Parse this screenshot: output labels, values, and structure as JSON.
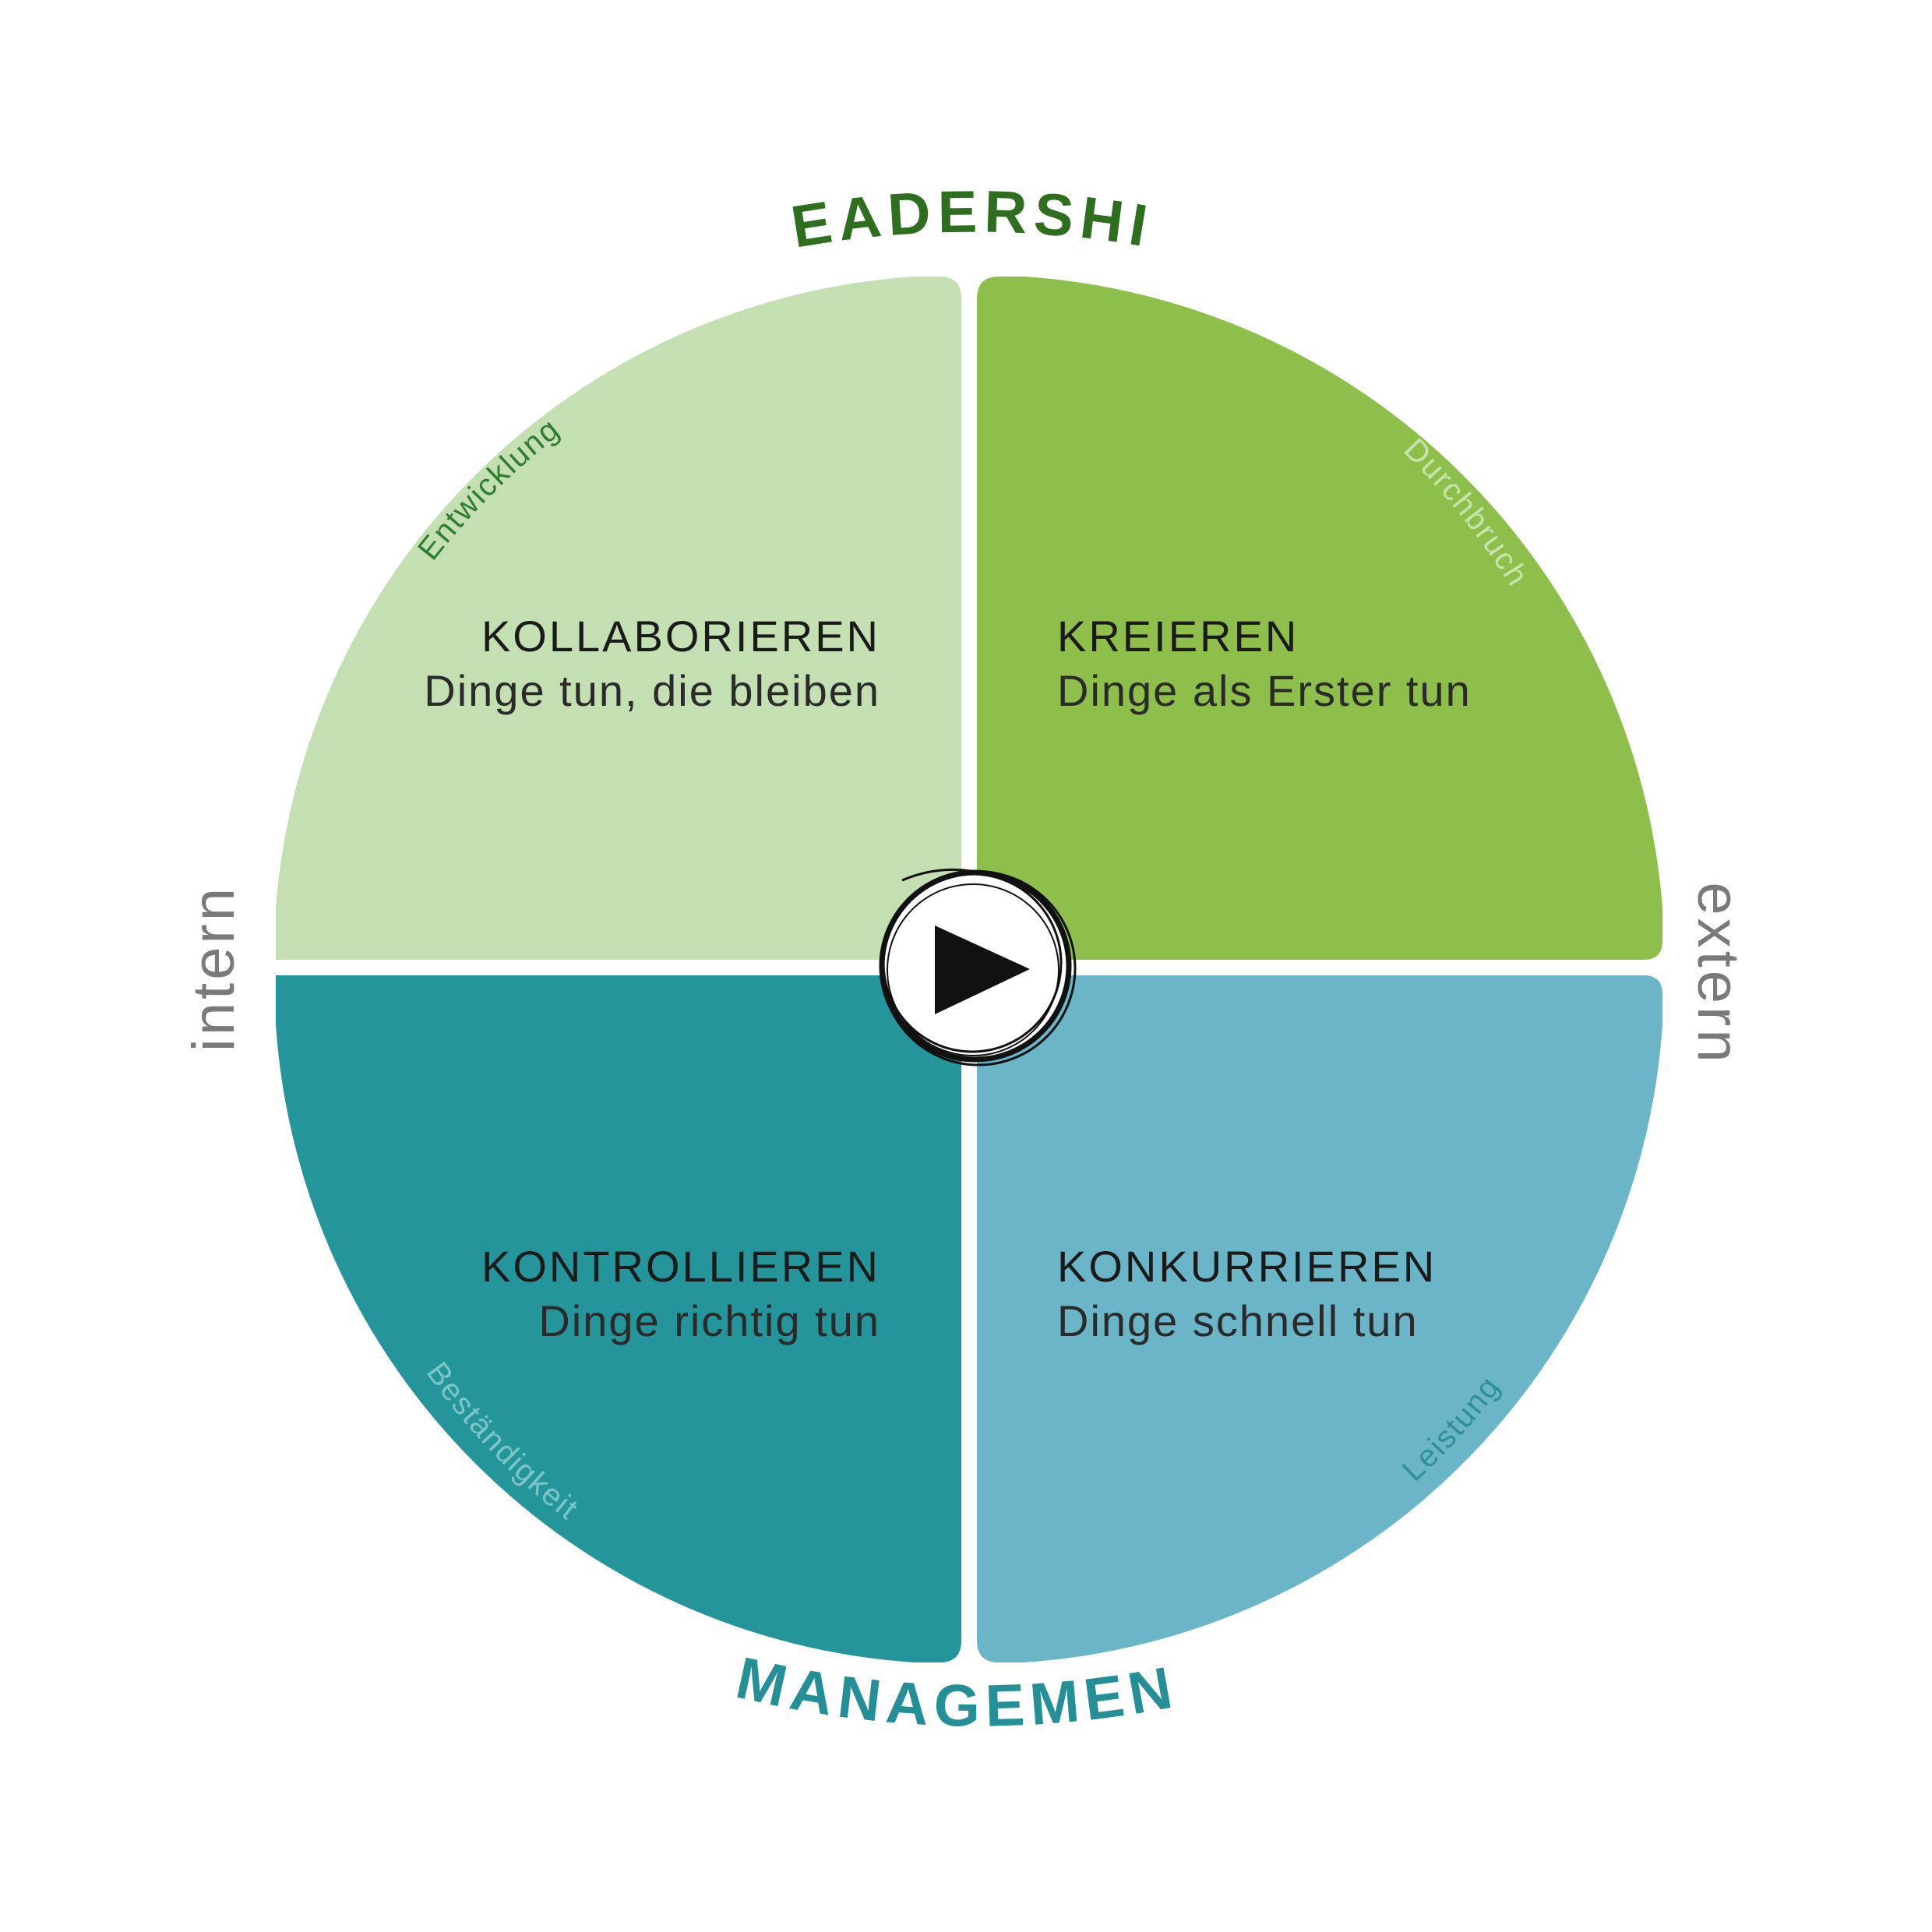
{
  "header": {
    "title": "LEADERSHIP"
  },
  "footer": {
    "title": "MANAGEMENT"
  },
  "axes": {
    "left": "intern",
    "right": "extern"
  },
  "quadrants": [
    {
      "id": "top-left",
      "title": "KOLLABORIEREN",
      "subtitle": "Dinge tun, die bleiben",
      "arc_label": "Entwicklung",
      "color": "#c4dfb1",
      "arc_color": "#2e7d32"
    },
    {
      "id": "top-right",
      "title": "KREIEREN",
      "subtitle": "Dinge als Erster tun",
      "arc_label": "Durchbruch",
      "color": "#8ebf4b",
      "arc_color": "#c9e3ad"
    },
    {
      "id": "bottom-left",
      "title": "KONTROLLIEREN",
      "subtitle": "Dinge richtig tun",
      "arc_label": "Beständigkeit",
      "color": "#24959b",
      "arc_color": "#7cc5c7"
    },
    {
      "id": "bottom-right",
      "title": "KONKURRIEREN",
      "subtitle": "Dinge schnell tun",
      "arc_label": "Leistung",
      "color": "#6bb5c8",
      "arc_color": "#2f8f9a"
    }
  ],
  "colors": {
    "leadership": "#2e6e1f",
    "management": "#248f96",
    "side_text": "#7a7a7a"
  },
  "center": {
    "icon": "play-icon"
  }
}
